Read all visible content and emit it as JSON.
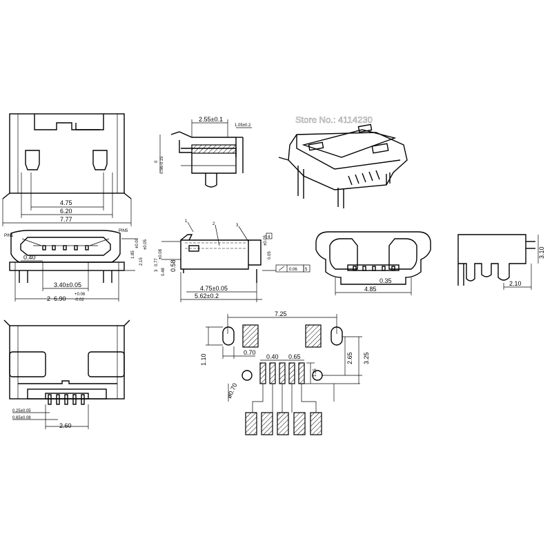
{
  "watermark": "Store No.: 4114230",
  "top_view": {
    "dims": [
      "4.75",
      "6.20",
      "7.77"
    ]
  },
  "front_view": {
    "pin_labels": [
      "PIN1",
      "PIN5"
    ],
    "dims": [
      "0.40",
      "3.40±0.05",
      "6.90"
    ],
    "tol_upper": "+0.06",
    "tol_lower": "-0.02",
    "datum": "2",
    "right_dims": [
      "1.85",
      "2.15",
      "±0.08",
      "±0.05"
    ]
  },
  "side_view": {
    "dims": [
      "2.55±0.1",
      "1.05±0.2",
      "0.56-0.15",
      "0"
    ]
  },
  "section_view": {
    "callouts": [
      "1",
      "2",
      "3"
    ],
    "dims": [
      "0.77",
      "0.48",
      "0.58",
      "4.75±0.05",
      "5.62±0.2",
      "0.05",
      "±0.08",
      "±0.05",
      "4"
    ],
    "datums": [
      "3",
      "4",
      "5"
    ],
    "flatness": "0.06"
  },
  "rear_view": {
    "dims": [
      "0.35",
      "4.85"
    ]
  },
  "end_view": {
    "dims": [
      "3.10",
      "2.10"
    ]
  },
  "bottom_view": {
    "dims": [
      "0.25±0.05",
      "0.65±0.08",
      "2.60"
    ]
  },
  "pcb_footprint": {
    "dims": [
      "7.25",
      "1.10",
      "0.70",
      "0.40",
      "0.65",
      "2.65",
      "3.25",
      "1.35",
      "ø0.70"
    ]
  }
}
